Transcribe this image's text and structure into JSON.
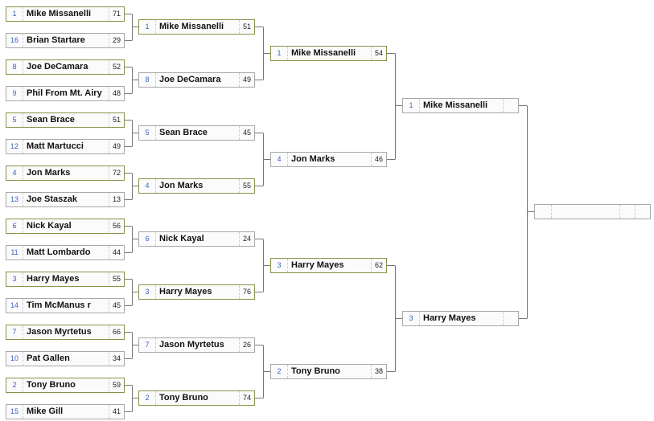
{
  "rounds": [
    [
      {
        "seed": "1",
        "name": "Mike Missanelli",
        "score": "71",
        "winner": true
      },
      {
        "seed": "16",
        "name": "Brian Startare",
        "score": "29",
        "winner": false
      },
      {
        "seed": "8",
        "name": "Joe DeCamara",
        "score": "52",
        "winner": true
      },
      {
        "seed": "9",
        "name": "Phil From Mt. Airy",
        "score": "48",
        "winner": false
      },
      {
        "seed": "5",
        "name": "Sean Brace",
        "score": "51",
        "winner": true
      },
      {
        "seed": "12",
        "name": "Matt Martucci",
        "score": "49",
        "winner": false
      },
      {
        "seed": "4",
        "name": "Jon Marks",
        "score": "72",
        "winner": true
      },
      {
        "seed": "13",
        "name": "Joe Staszak",
        "score": "13",
        "winner": false
      },
      {
        "seed": "6",
        "name": "Nick Kayal",
        "score": "56",
        "winner": true
      },
      {
        "seed": "11",
        "name": "Matt Lombardo",
        "score": "44",
        "winner": false
      },
      {
        "seed": "3",
        "name": "Harry Mayes",
        "score": "55",
        "winner": true
      },
      {
        "seed": "14",
        "name": "Tim McManus r",
        "score": "45",
        "winner": false
      },
      {
        "seed": "7",
        "name": "Jason Myrtetus",
        "score": "66",
        "winner": true
      },
      {
        "seed": "10",
        "name": "Pat Gallen",
        "score": "34",
        "winner": false
      },
      {
        "seed": "2",
        "name": "Tony Bruno",
        "score": "59",
        "winner": true
      },
      {
        "seed": "15",
        "name": "Mike Gill",
        "score": "41",
        "winner": false
      }
    ],
    [
      {
        "seed": "1",
        "name": "Mike Missanelli",
        "score": "51",
        "winner": true
      },
      {
        "seed": "8",
        "name": "Joe DeCamara",
        "score": "49",
        "winner": false
      },
      {
        "seed": "5",
        "name": "Sean Brace",
        "score": "45",
        "winner": false
      },
      {
        "seed": "4",
        "name": "Jon Marks",
        "score": "55",
        "winner": true
      },
      {
        "seed": "6",
        "name": "Nick Kayal",
        "score": "24",
        "winner": false
      },
      {
        "seed": "3",
        "name": "Harry Mayes",
        "score": "76",
        "winner": true
      },
      {
        "seed": "7",
        "name": "Jason Myrtetus",
        "score": "26",
        "winner": false
      },
      {
        "seed": "2",
        "name": "Tony Bruno",
        "score": "74",
        "winner": true
      }
    ],
    [
      {
        "seed": "1",
        "name": "Mike Missanelli",
        "score": "54",
        "winner": true
      },
      {
        "seed": "4",
        "name": "Jon Marks",
        "score": "46",
        "winner": false
      },
      {
        "seed": "3",
        "name": "Harry Mayes",
        "score": "62",
        "winner": true
      },
      {
        "seed": "2",
        "name": "Tony Bruno",
        "score": "38",
        "winner": false
      }
    ],
    [
      {
        "seed": "1",
        "name": "Mike Missanelli",
        "score": "",
        "winner": false
      },
      {
        "seed": "3",
        "name": "Harry Mayes",
        "score": "",
        "winner": false
      }
    ],
    [
      {
        "seed": "",
        "name": "",
        "score": "",
        "winner": false
      }
    ]
  ],
  "colors": {
    "winner_border": "#87944a",
    "border": "#a8a8a8",
    "seed": "#3c62c8",
    "line": "#777777"
  }
}
